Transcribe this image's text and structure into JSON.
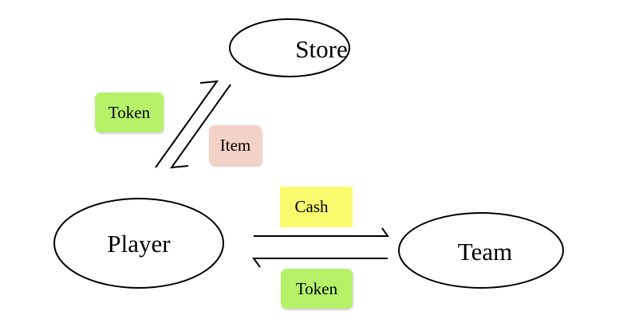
{
  "nodes": {
    "store": "Store",
    "player": "Player",
    "team": "Team"
  },
  "tags": {
    "token_store": "Token",
    "item": "Item",
    "cash": "Cash",
    "token_team": "Token"
  },
  "colors": {
    "token_green": "#b5f26a",
    "item_pink": "#f4d1c7",
    "cash_yellow": "#fbfb70",
    "stroke": "#000000"
  }
}
